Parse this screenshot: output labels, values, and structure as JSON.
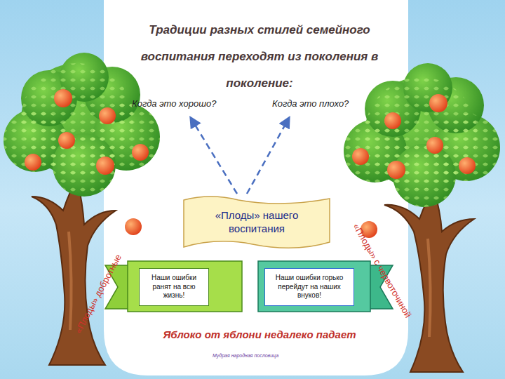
{
  "diagram": {
    "title": "Традиции разных стилей семейного воспитания переходят из поколения в поколение:",
    "caption": "Мудрая народная пословица",
    "nodes": [
      {
        "text": [
          "«Плоды» нашего воспитания"
        ]
      },
      {
        "text": [
          "Наши ошибки ранят на всю жизнь!"
        ]
      },
      {
        "text": [
          "Наши ошибки горько перейдут на наших внуков!"
        ]
      }
    ],
    "labels": [
      "Когда это хорошо?",
      "Когда это плохо?",
      "«Плоды» добротные",
      "«Плоды» с червоточиной",
      "Яблоко от яблони недалеко падает"
    ]
  }
}
